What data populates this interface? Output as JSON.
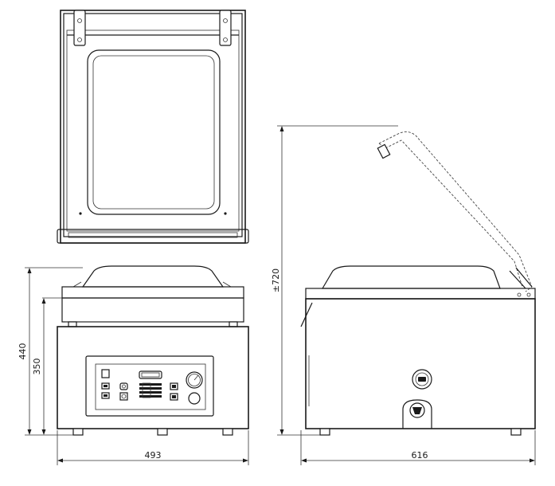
{
  "dimensions": {
    "front_total_height": "440",
    "front_body_height": "350",
    "front_width": "493",
    "side_open_height": "±720",
    "side_depth": "616"
  },
  "views": [
    "top-view",
    "front-view",
    "side-view"
  ],
  "colors": {
    "line": "#1a1a1a",
    "background": "#ffffff"
  }
}
